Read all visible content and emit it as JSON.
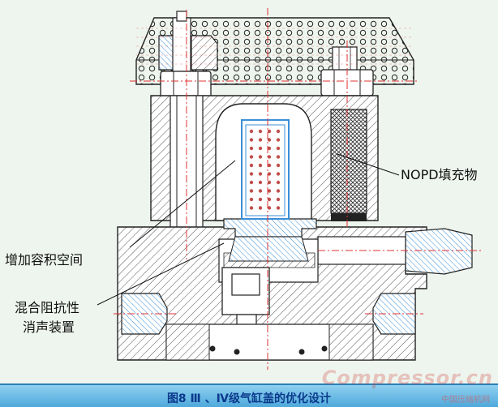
{
  "labels": {
    "nopd_fill": "NOPD填充物",
    "increase_volume": "增加容积空间",
    "mixed_impedance_line1": "混合阻抗性",
    "mixed_impedance_line2": "消声装置"
  },
  "caption": "图8  Ⅲ 、Ⅳ级气缸盖的优化设计",
  "watermark": "Compressor.cn",
  "watermark_sub": "中国压缩机网",
  "colors": {
    "background": "#eef5ee",
    "hatch_line": "#555555",
    "centerline": "#e03030",
    "filter_blue": "#3a8fd8",
    "caption_text": "#0b3a8c",
    "caption_bar": "#4ea9dc"
  }
}
